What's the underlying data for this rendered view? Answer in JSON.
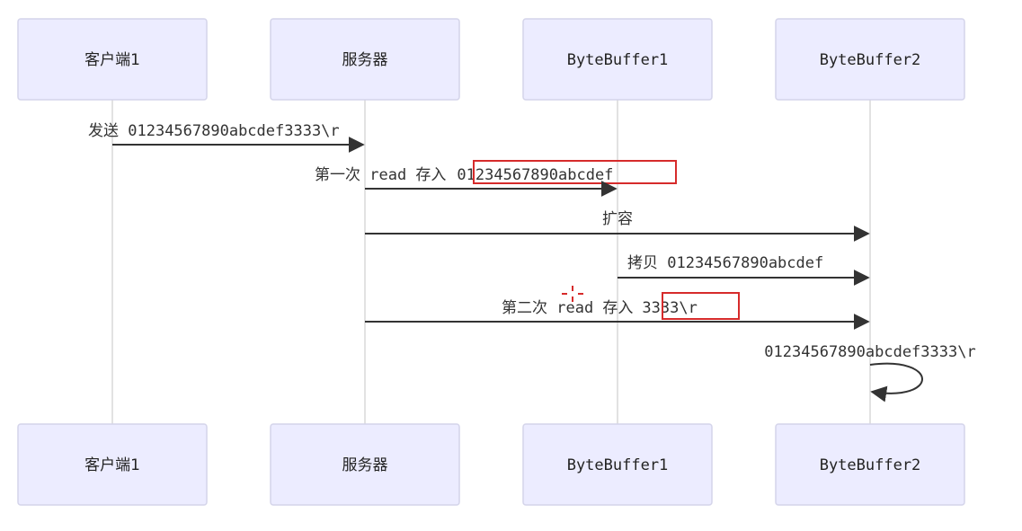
{
  "participants": [
    {
      "id": "client1",
      "label": "客户端1"
    },
    {
      "id": "server",
      "label": "服务器"
    },
    {
      "id": "bytebuffer1",
      "label": "ByteBuffer1"
    },
    {
      "id": "bytebuffer2",
      "label": "ByteBuffer2"
    }
  ],
  "messages": [
    {
      "from": "client1",
      "to": "server",
      "label_prefix": "发送 ",
      "label_highlight": "",
      "label_text": "01234567890abcdef3333\\r"
    },
    {
      "from": "server",
      "to": "bytebuffer1",
      "label_prefix": "第一次 read 存入",
      "label_highlight": "01234567890abcdef",
      "label_text": ""
    },
    {
      "from": "server",
      "to": "bytebuffer2",
      "label_prefix": "扩容",
      "label_highlight": "",
      "label_text": ""
    },
    {
      "from": "bytebuffer1",
      "to": "bytebuffer2",
      "label_prefix": "拷贝 01234567890abcdef",
      "label_highlight": "",
      "label_text": ""
    },
    {
      "from": "server",
      "to": "bytebuffer2",
      "label_prefix": "第二次 read 存入",
      "label_highlight": "3333\\r",
      "label_text": ""
    }
  ],
  "self_message": {
    "on": "bytebuffer2",
    "label": "01234567890abcdef3333\\r"
  },
  "colors": {
    "actor_fill": "#ECECFF",
    "line": "#333333",
    "highlight": "#d62b2b"
  }
}
